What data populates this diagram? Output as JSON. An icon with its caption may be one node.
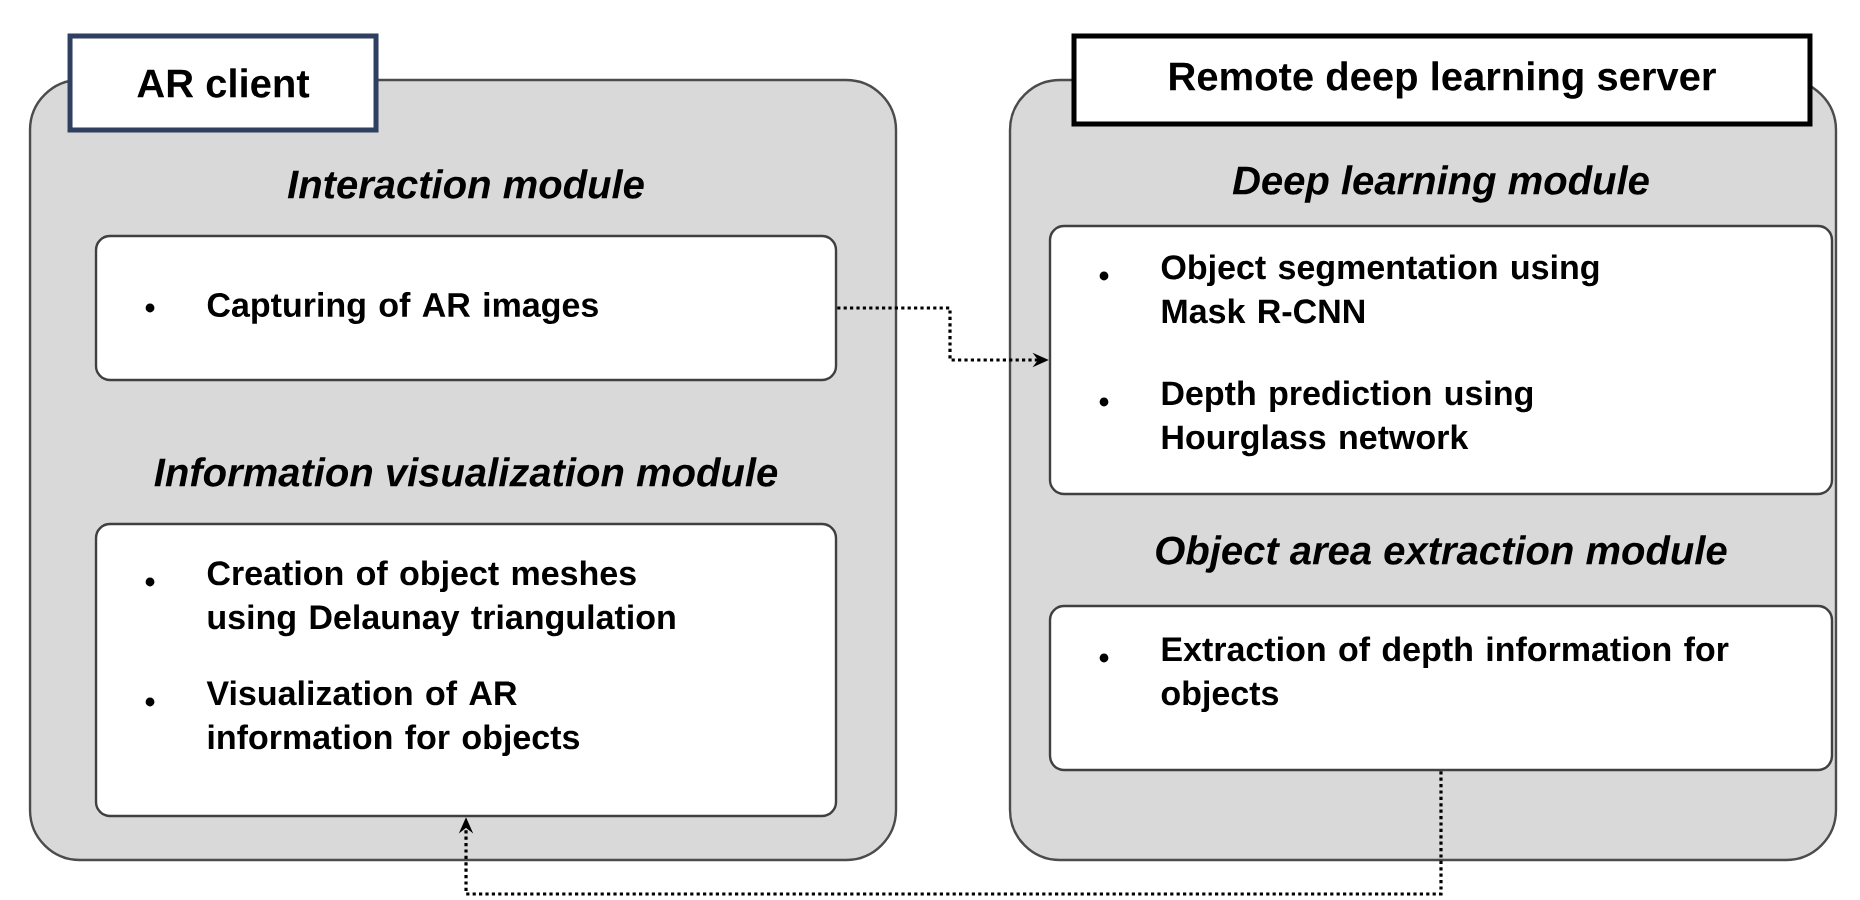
{
  "diagram": {
    "nodes": [
      {
        "text": [
          "AR client"
        ]
      },
      {
        "text": [
          "Capturing of AR images"
        ],
        "beside": [
          "Interaction module"
        ],
        "in": 0
      },
      {
        "text": [
          "Creation of object meshes using Delaunay triangulation",
          "Visualization of AR information for objects"
        ],
        "beside": [
          "Information visualization module"
        ],
        "in": 0
      },
      {
        "text": [
          "Remote deep learning server"
        ]
      },
      {
        "text": [
          "Object segmentation using Mask R-CNN",
          "Depth prediction using Hourglass network"
        ],
        "beside": [
          "Deep learning module"
        ],
        "in": 3
      },
      {
        "text": [
          "Extraction of depth information for objects"
        ],
        "beside": [
          "Object area extraction module"
        ],
        "in": 3
      }
    ],
    "edges": [
      {
        "from": 1,
        "to": 4,
        "arrow": "to",
        "style": "dashed"
      },
      {
        "from": 5,
        "to": 2,
        "arrow": "to",
        "style": "dashed"
      }
    ]
  }
}
